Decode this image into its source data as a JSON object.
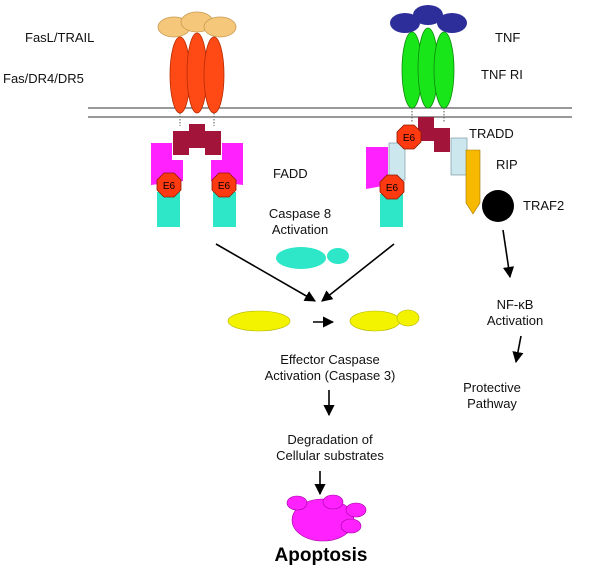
{
  "labels": {
    "fasl_trail": "FasL/TRAIL",
    "fas_receptors": "Fas/DR4/DR5",
    "tnf": "TNF",
    "tnf_ri": "TNF RI",
    "tradd": "TRADD",
    "fadd": "FADD",
    "rip": "RIP",
    "traf2": "TRAF2",
    "caspase8_line1": "Caspase 8",
    "caspase8_line2": "Activation",
    "effector_line1": "Effector Caspase",
    "effector_line2": "Activation (Caspase 3)",
    "degradation_line1": "Degradation of",
    "degradation_line2": "Cellular substrates",
    "nfkb_line1": "NF-κB",
    "nfkb_line2": "Activation",
    "protective_line1": "Protective",
    "protective_line2": "Pathway",
    "apoptosis": "Apoptosis",
    "e6": "E6"
  },
  "colors": {
    "fasl_ligand": "#f4c77a",
    "fas_receptor": "#ff4a16",
    "tnf_ligand": "#2e2e9a",
    "tnf_receptor": "#19e619",
    "adaptor_block": "#a3143a",
    "fadd": "#ff22ff",
    "caspase8": "#2ee6c8",
    "e6": "#ff3a10",
    "tradd_side": "#cde7ee",
    "rip": "#f7b800",
    "traf2": "#000000",
    "effector_caspase": "#f3f300",
    "apoptotic_cell": "#ff22ff"
  }
}
